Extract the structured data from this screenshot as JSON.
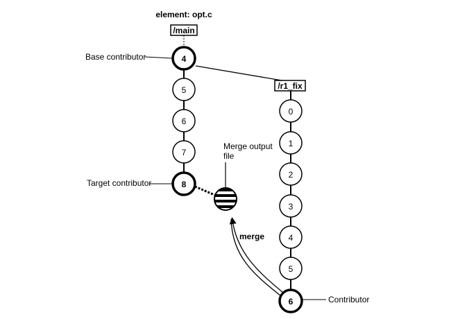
{
  "element_title": "element: opt.c",
  "branches": {
    "main": "/main",
    "r1_fix": "/r1_fix"
  },
  "main_versions": [
    "4",
    "5",
    "6",
    "7",
    "8"
  ],
  "r1_fix_versions": [
    "0",
    "1",
    "2",
    "3",
    "4",
    "5",
    "6"
  ],
  "labels": {
    "base_contributor": "Base contributor",
    "target_contributor": "Target contributor",
    "contributor": "Contributor",
    "merge_output_line1": "Merge output",
    "merge_output_line2": "file",
    "merge": "merge"
  }
}
